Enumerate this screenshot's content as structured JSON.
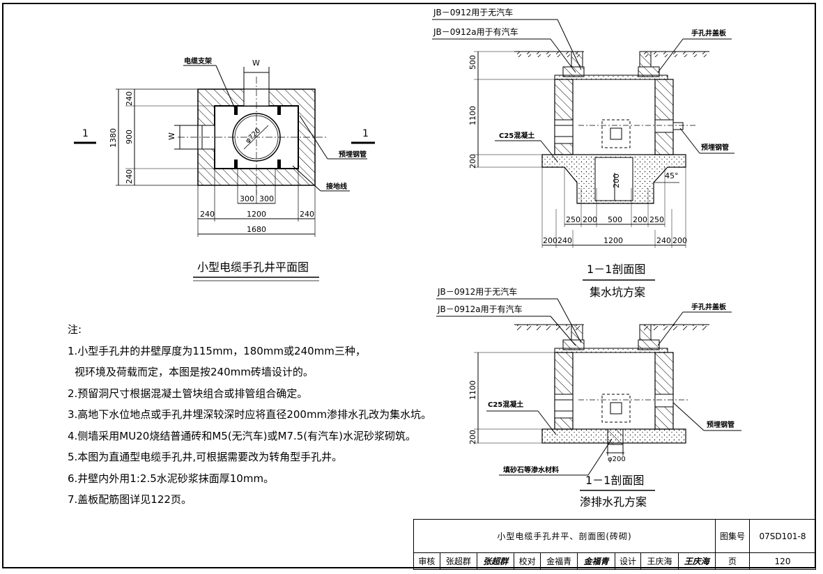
{
  "plan": {
    "title": "小型电缆手孔井平面图",
    "label_cable_bracket": "电缆支架",
    "label_embedded_pipe": "预埋钢管",
    "label_ground_wire": "接地线",
    "label_w_top": "W",
    "label_w_left": "W",
    "label_diameter": "φ720",
    "section_mark": "1",
    "dim_h_total": "1380",
    "dim_h_wall": "240",
    "dim_h_inner": "900",
    "dim_300a": "300",
    "dim_300b": "300",
    "dim_w_wall": "240",
    "dim_w_inner": "1200",
    "dim_w_total": "1680"
  },
  "section_top": {
    "title1": "1－1剖面图",
    "title2": "集水坑方案",
    "cover_label1": "JB－0912用于无汽车",
    "cover_label2": "JB－0912a用于有汽车",
    "label_cover": "手孔井盖板",
    "label_concrete": "C25混凝土",
    "label_pipe": "预埋钢管",
    "dim_500": "500",
    "dim_1100": "1100",
    "dim_200": "200",
    "dim_pit": "200",
    "angle": "45°",
    "dim_b_250a": "250",
    "dim_b_200a": "200",
    "dim_b_500": "500",
    "dim_b_200b": "200",
    "dim_b_250b": "250",
    "dim_c_200a": "200",
    "dim_c_240a": "240",
    "dim_c_1200": "1200",
    "dim_c_240b": "240",
    "dim_c_200b": "200"
  },
  "section_bottom": {
    "title1": "1－1剖面图",
    "title2": "渗排水孔方案",
    "cover_label1": "JB－0912用于无汽车",
    "cover_label2": "JB－0912a用于有汽车",
    "label_cover": "手孔井盖板",
    "label_concrete": "C25混凝土",
    "label_pipe": "预埋钢管",
    "label_fill": "填砂石等渗水材料",
    "dim_1100": "1100",
    "dim_200": "200",
    "dim_hole": "φ200"
  },
  "notes": {
    "heading": "注:",
    "items": [
      "1.小型手孔井的井壁厚度为115mm，180mm或240mm三种，",
      "  视环境及荷载而定，本图是按240mm砖墙设计的。",
      "2.预留洞尺寸根据混凝土管块组合或排管组合确定。",
      "3.高地下水位地点或手孔井埋深较深时应将直径200mm渗排水孔改为集水坑。",
      "4.侧墙采用MU20烧结普通砖和M5(无汽车)或M7.5(有汽车)水泥砂浆砌筑。",
      "5.本图为直通型电缆手孔井,可根据需要改为转角型手孔井。",
      "6.井壁内外用1:2.5水泥砂浆抹面厚10mm。",
      "7.盖板配筋图详见122页。"
    ]
  },
  "titleblock": {
    "title": "小型电缆手孔井平、剖面图(砖砌)",
    "atlas_label": "图集号",
    "atlas_no": "07SD101-8",
    "page_label": "页",
    "page_no": "120",
    "review_label": "审核",
    "reviewer": "张超群",
    "reviewer_sig": "张超群",
    "check_label": "校对",
    "checker": "金福青",
    "checker_sig": "金福青",
    "design_label": "设计",
    "designer": "王庆海",
    "designer_sig": "王庆海"
  }
}
